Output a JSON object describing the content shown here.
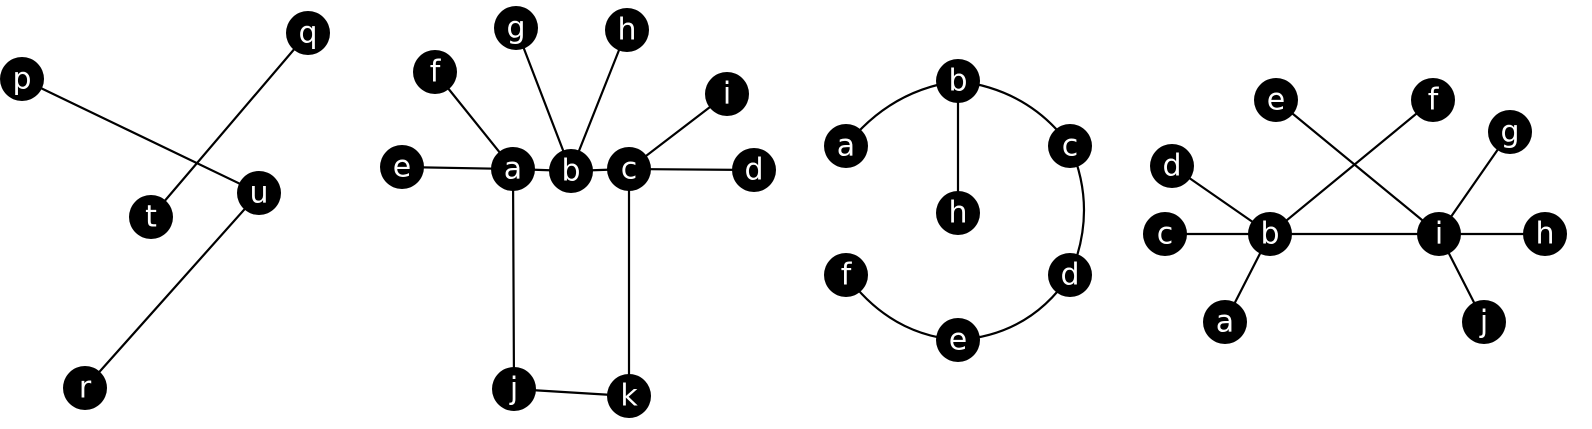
{
  "colors": {
    "node": "#000000",
    "label": "#ffffff",
    "edge": "#000000",
    "background": "#ffffff"
  },
  "graphs": [
    {
      "id": "graph1",
      "nodes": [
        {
          "id": "p",
          "label": "p"
        },
        {
          "id": "q",
          "label": "q"
        },
        {
          "id": "t",
          "label": "t"
        },
        {
          "id": "u",
          "label": "u"
        },
        {
          "id": "r",
          "label": "r"
        }
      ],
      "edges": [
        [
          "p",
          "u"
        ],
        [
          "q",
          "t"
        ],
        [
          "u",
          "r"
        ]
      ]
    },
    {
      "id": "graph2",
      "nodes": [
        {
          "id": "g",
          "label": "g"
        },
        {
          "id": "h",
          "label": "h"
        },
        {
          "id": "f",
          "label": "f"
        },
        {
          "id": "i",
          "label": "i"
        },
        {
          "id": "e",
          "label": "e"
        },
        {
          "id": "a",
          "label": "a"
        },
        {
          "id": "b",
          "label": "b"
        },
        {
          "id": "c",
          "label": "c"
        },
        {
          "id": "d",
          "label": "d"
        },
        {
          "id": "j",
          "label": "j"
        },
        {
          "id": "k",
          "label": "k"
        }
      ],
      "edges": [
        [
          "e",
          "a"
        ],
        [
          "a",
          "b"
        ],
        [
          "b",
          "c"
        ],
        [
          "c",
          "d"
        ],
        [
          "f",
          "a"
        ],
        [
          "g",
          "b"
        ],
        [
          "h",
          "b"
        ],
        [
          "i",
          "c"
        ],
        [
          "a",
          "j"
        ],
        [
          "c",
          "k"
        ],
        [
          "j",
          "k"
        ]
      ]
    },
    {
      "id": "graph3",
      "nodes": [
        {
          "id": "a",
          "label": "a"
        },
        {
          "id": "b",
          "label": "b"
        },
        {
          "id": "c",
          "label": "c"
        },
        {
          "id": "h",
          "label": "h"
        },
        {
          "id": "d",
          "label": "d"
        },
        {
          "id": "f",
          "label": "f"
        },
        {
          "id": "e",
          "label": "e"
        }
      ],
      "edges": [
        [
          "a",
          "b"
        ],
        [
          "b",
          "c"
        ],
        [
          "c",
          "d"
        ],
        [
          "d",
          "e"
        ],
        [
          "e",
          "f"
        ],
        [
          "b",
          "h"
        ]
      ]
    },
    {
      "id": "graph4",
      "nodes": [
        {
          "id": "e",
          "label": "e"
        },
        {
          "id": "f",
          "label": "f"
        },
        {
          "id": "g",
          "label": "g"
        },
        {
          "id": "d",
          "label": "d"
        },
        {
          "id": "c",
          "label": "c"
        },
        {
          "id": "b",
          "label": "b"
        },
        {
          "id": "i",
          "label": "i"
        },
        {
          "id": "h",
          "label": "h"
        },
        {
          "id": "a",
          "label": "a"
        },
        {
          "id": "j",
          "label": "j"
        }
      ],
      "edges": [
        [
          "c",
          "b"
        ],
        [
          "b",
          "i"
        ],
        [
          "i",
          "h"
        ],
        [
          "d",
          "b"
        ],
        [
          "a",
          "b"
        ],
        [
          "b",
          "f"
        ],
        [
          "e",
          "i"
        ],
        [
          "g",
          "i"
        ],
        [
          "i",
          "j"
        ]
      ]
    }
  ]
}
